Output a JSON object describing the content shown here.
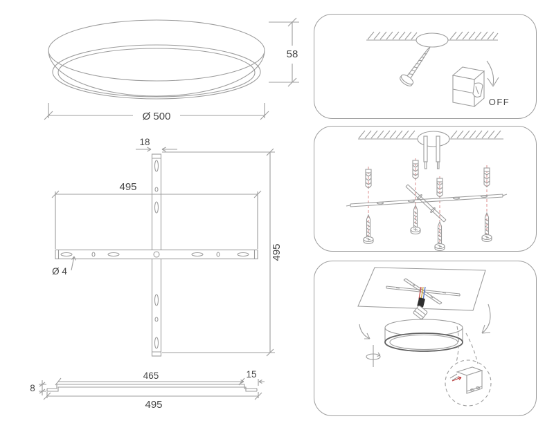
{
  "dimension_drawings": {
    "lamp_side_view": {
      "diameter_label": "Ø 500",
      "height_label": "58"
    },
    "bracket_top_view": {
      "bar_width_label": "18",
      "horizontal_span_label": "495",
      "vertical_span_label": "495",
      "hole_diameter_label": "Ø 4"
    },
    "bracket_profile_view": {
      "inner_length_label": "465",
      "end_segment_label": "15",
      "thickness_label": "8",
      "total_length_label": "495"
    }
  },
  "installation_panels": {
    "step1_switch_label": "OFF"
  },
  "colors": {
    "line_gray": "#9c9c9c",
    "text_gray": "#454545",
    "panel_border": "#9c9c9c",
    "alignment_guide_red": "#de8e8e",
    "wire_red": "#c94f4f",
    "wire_yellow": "#d2a93c",
    "wire_blue": "#5b79c9",
    "connector_black": "#2e2e2e",
    "detail_arrow_red": "#c24040",
    "lamp_rim_dark": "#606060"
  }
}
